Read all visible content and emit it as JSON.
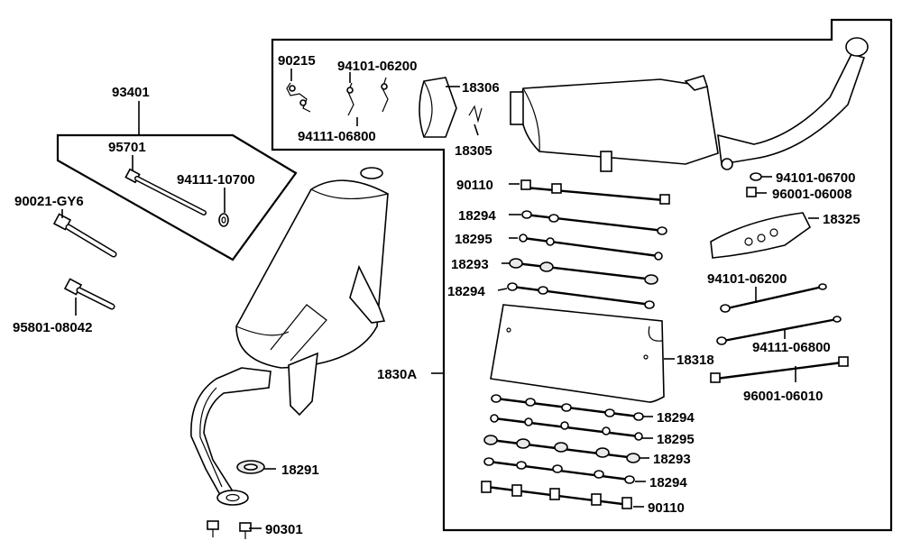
{
  "diagram": {
    "labels": {
      "l93401": "93401",
      "l95701": "95701",
      "l94111_10700": "94111-10700",
      "l90021_gy6": "90021-GY6",
      "l95801_08042": "95801-08042",
      "l18291": "18291",
      "l90301": "90301",
      "l90215": "90215",
      "l94101_06200_top": "94101-06200",
      "l94111_06800_top": "94111-06800",
      "l18306": "18306",
      "l18305": "18305",
      "l90110_top": "90110",
      "l18294_a": "18294",
      "l18295_a": "18295",
      "l18293_a": "18293",
      "l18294_b": "18294",
      "l1830a": "1830A",
      "l94101_06700": "94101-06700",
      "l96001_06008": "96001-06008",
      "l18325": "18325",
      "l94101_06200_mid": "94101-06200",
      "l94111_06800_mid": "94111-06800",
      "l18318": "18318",
      "l96001_06010": "96001-06010",
      "l18294_c": "18294",
      "l18295_b": "18295",
      "l18293_b": "18293",
      "l18294_d": "18294",
      "l90110_bottom": "90110"
    }
  }
}
